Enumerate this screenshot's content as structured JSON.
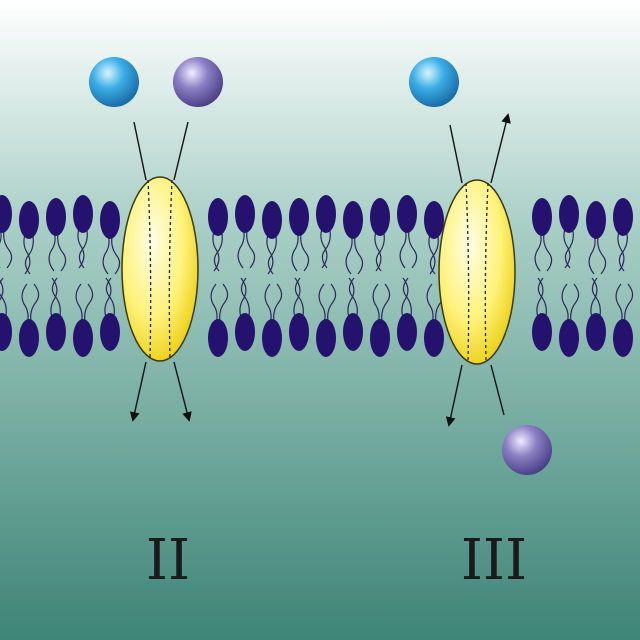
{
  "labels": {
    "transporter_left": "II",
    "transporter_right": "III"
  },
  "colors": {
    "background_top": "#ffffff",
    "background_bottom": "#3e8577",
    "phospholipid_head": "#24126e",
    "phospholipid_tail": "#2a2a5a",
    "transporter_fill": "#fff27a",
    "transporter_edge": "#3a3a10",
    "molecule_blue": "#3aaee6",
    "molecule_purple": "#8a7ec4",
    "arrow": "#111111"
  },
  "transporters": [
    {
      "id": "left",
      "type": "symport",
      "molecules_outside": [
        "blue",
        "purple"
      ],
      "molecules_inside": []
    },
    {
      "id": "right",
      "type": "antiport",
      "molecules_outside": [
        "blue"
      ],
      "molecules_inside": [
        "purple"
      ]
    }
  ]
}
